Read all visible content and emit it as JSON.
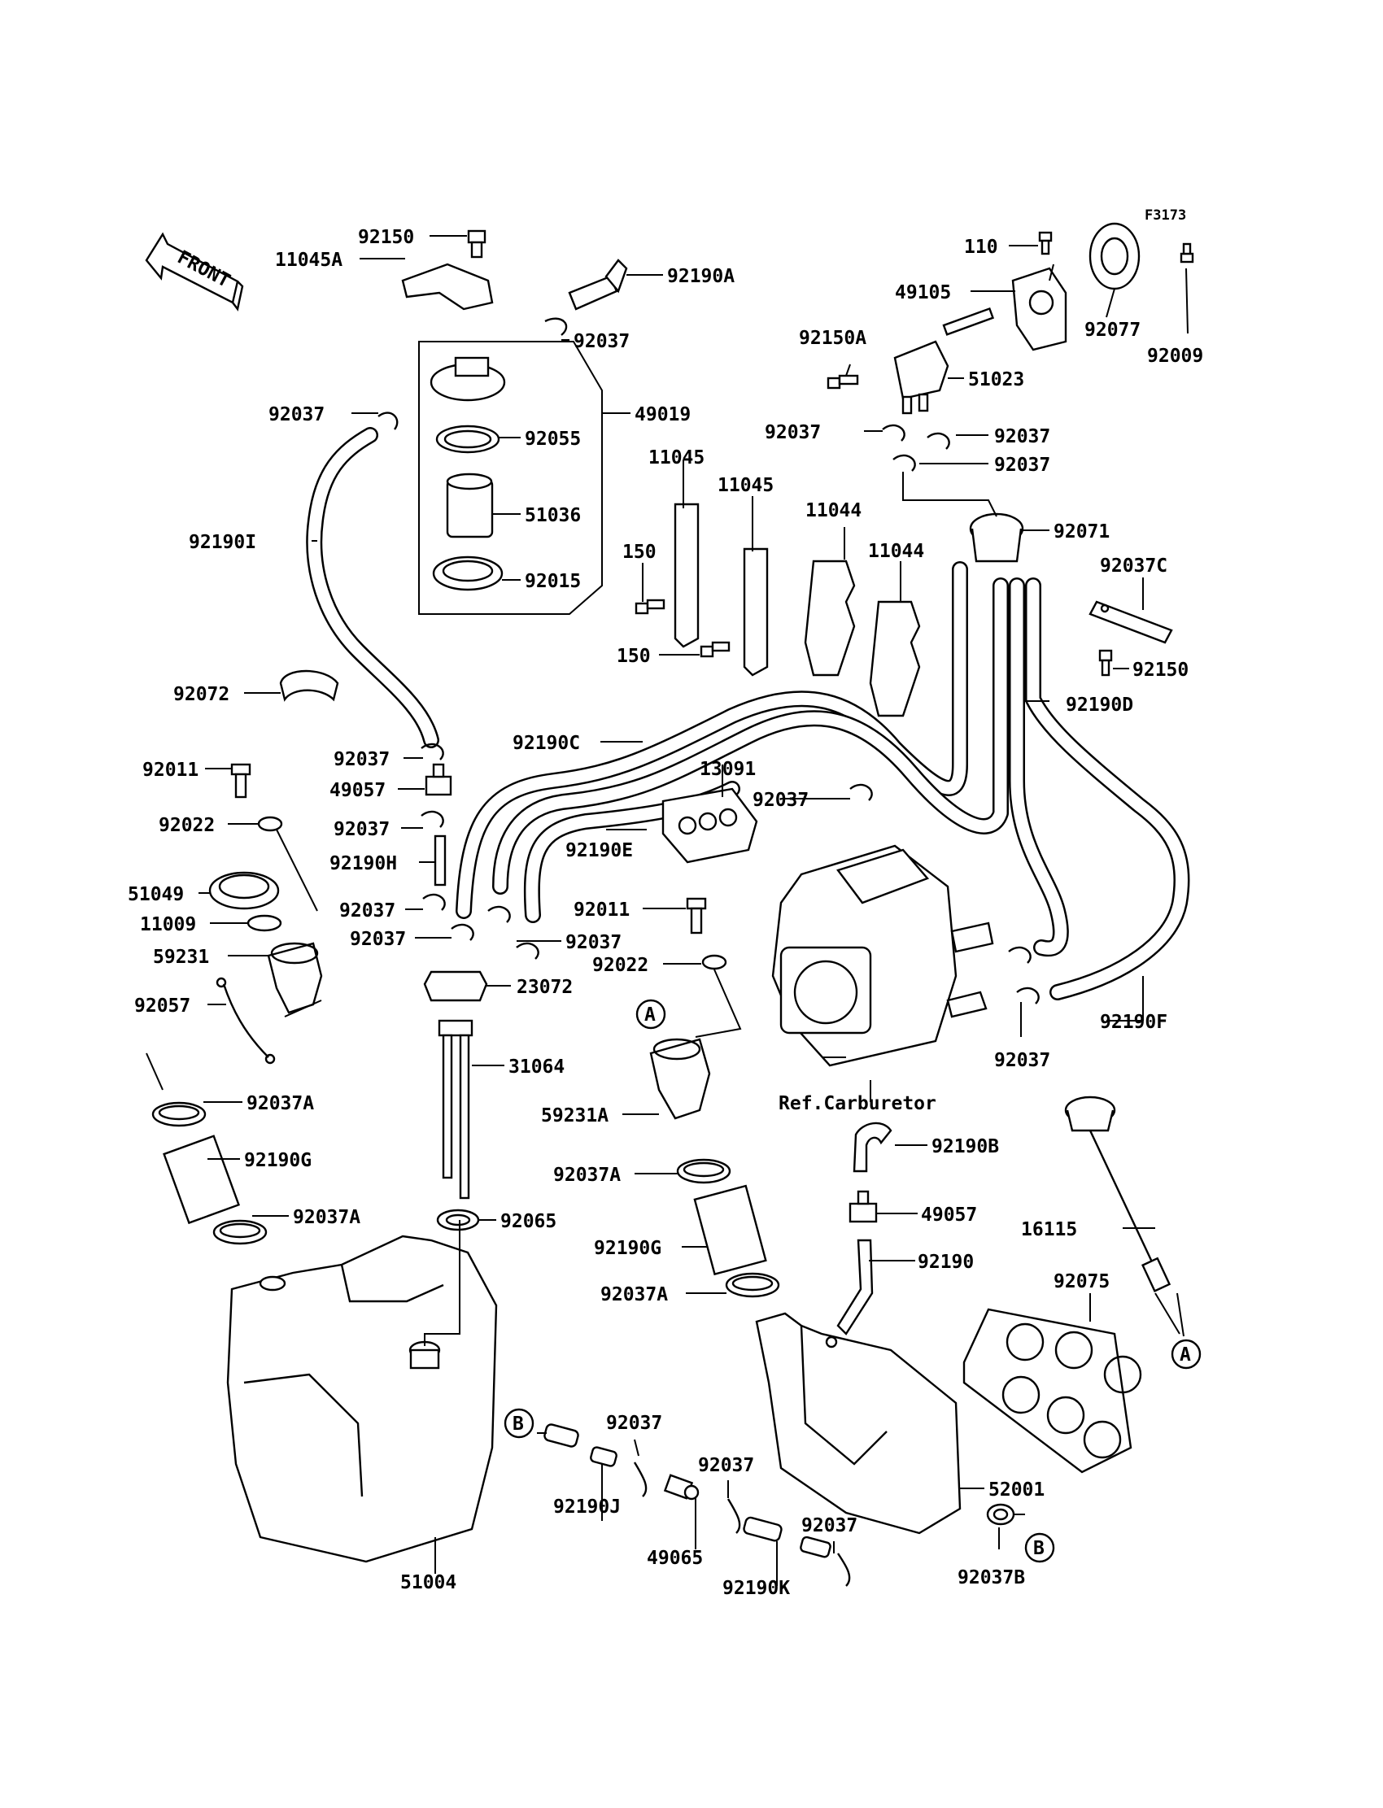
{
  "figure_code": "F3173",
  "front_label": "FRONT",
  "ref_carburetor": "Ref.Carburetor",
  "markers": {
    "a": "A",
    "b": "B"
  },
  "parts": {
    "p92150_top": "92150",
    "p11045A": "11045A",
    "p92190A": "92190A",
    "p92037_top": "92037",
    "p49019": "49019",
    "p92037_left": "92037",
    "p92055": "92055",
    "p51036": "51036",
    "p92015": "92015",
    "p92190I": "92190I",
    "p110": "110",
    "p49105": "49105",
    "p92077": "92077",
    "p92009": "92009",
    "p92150A": "92150A",
    "p51023": "51023",
    "p92037_r1": "92037",
    "p92037_r2": "92037",
    "p92037_r3": "92037",
    "p11045_a": "11045",
    "p11045_b": "11045",
    "p11044_a": "11044",
    "p11044_b": "11044",
    "p150_a": "150",
    "p150_b": "150",
    "p92071": "92071",
    "p92037C": "92037C",
    "p92150_right": "92150",
    "p92190D": "92190D",
    "p92072": "92072",
    "p92190C": "92190C",
    "p92011_left": "92011",
    "p92037_m1": "92037",
    "p49057_left": "49057",
    "p13091": "13091",
    "p92037_mid": "92037",
    "p92022_left": "92022",
    "p92037_m2": "92037",
    "p92190E": "92190E",
    "p51049": "51049",
    "p92190H": "92190H",
    "p11009": "11009",
    "p92037_m3": "92037",
    "p92011_mid": "92011",
    "p92037_m4": "92037",
    "p92037_m5": "92037",
    "p59231": "59231",
    "p23072": "23072",
    "p92022_mid": "92022",
    "p92057": "92057",
    "p92037_carb": "92037",
    "p92190F": "92190F",
    "p31064": "31064",
    "p59231A": "59231A",
    "p92037A_1": "92037A",
    "p92190G_left": "92190G",
    "p92190B": "92190B",
    "p16115": "16115",
    "p92037A_2": "92037A",
    "p92037A_3": "92037A",
    "p49057_right": "49057",
    "p92065": "92065",
    "p92190G_mid": "92190G",
    "p92190": "92190",
    "p92075": "92075",
    "p92037A_4": "92037A",
    "p92037_b1": "92037",
    "p92037_b2": "92037",
    "p92037_b3": "92037",
    "p92190J": "92190J",
    "p49065": "49065",
    "p92190K": "92190K",
    "p51004": "51004",
    "p52001": "52001",
    "p92037B": "92037B"
  }
}
